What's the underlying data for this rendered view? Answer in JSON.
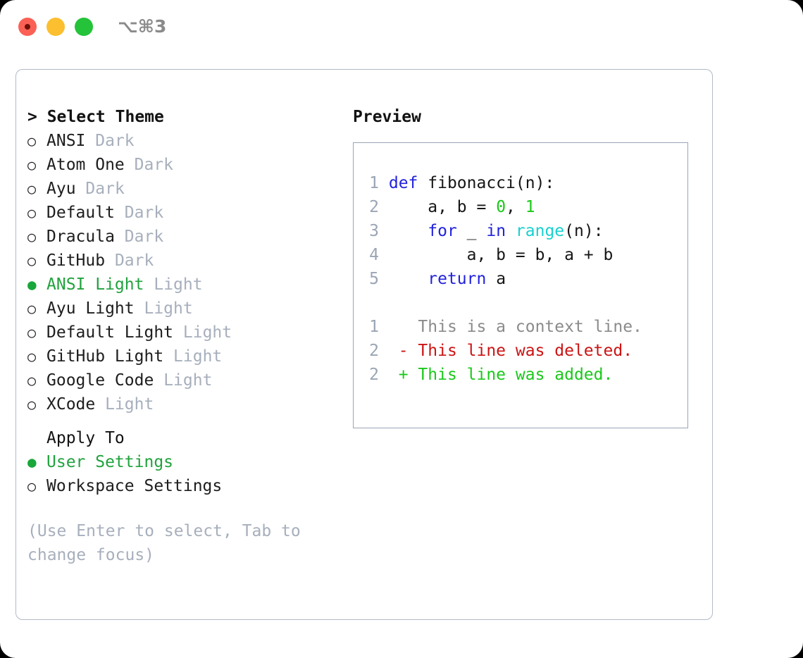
{
  "titlebar": {
    "shortcut": "⌥⌘3",
    "buttons": [
      {
        "name": "close",
        "color": "#fb6055"
      },
      {
        "name": "minimize",
        "color": "#fbbf30"
      },
      {
        "name": "zoom",
        "color": "#24c33a"
      }
    ]
  },
  "theme_panel": {
    "header": "> Select Theme",
    "radio_unselected": "○",
    "radio_selected": "●",
    "options": [
      {
        "name": "ANSI",
        "variant": "Dark",
        "selected": false
      },
      {
        "name": "Atom One",
        "variant": "Dark",
        "selected": false
      },
      {
        "name": "Ayu",
        "variant": "Dark",
        "selected": false
      },
      {
        "name": "Default",
        "variant": "Dark",
        "selected": false
      },
      {
        "name": "Dracula",
        "variant": "Dark",
        "selected": false
      },
      {
        "name": "GitHub",
        "variant": "Dark",
        "selected": false
      },
      {
        "name": "ANSI Light",
        "variant": "Light",
        "selected": true
      },
      {
        "name": "Ayu Light",
        "variant": "Light",
        "selected": false
      },
      {
        "name": "Default Light",
        "variant": "Light",
        "selected": false
      },
      {
        "name": "GitHub Light",
        "variant": "Light",
        "selected": false
      },
      {
        "name": "Google Code",
        "variant": "Light",
        "selected": false
      },
      {
        "name": "XCode",
        "variant": "Light",
        "selected": false
      }
    ],
    "apply_to": {
      "header": "Apply To",
      "options": [
        {
          "name": "User Settings",
          "selected": true
        },
        {
          "name": "Workspace Settings",
          "selected": false
        }
      ]
    },
    "hint": "(Use Enter to select, Tab to change focus)"
  },
  "preview": {
    "header": "Preview",
    "code_lines": [
      {
        "num": "1",
        "tokens": [
          {
            "t": "def ",
            "c": "kw"
          },
          {
            "t": "fibonacci(n):",
            "c": "txt"
          }
        ]
      },
      {
        "num": "2",
        "tokens": [
          {
            "t": "    a, b = ",
            "c": "txt"
          },
          {
            "t": "0",
            "c": "num"
          },
          {
            "t": ", ",
            "c": "txt"
          },
          {
            "t": "1",
            "c": "num"
          }
        ]
      },
      {
        "num": "3",
        "tokens": [
          {
            "t": "    ",
            "c": "txt"
          },
          {
            "t": "for",
            "c": "kw"
          },
          {
            "t": " _ ",
            "c": "txt"
          },
          {
            "t": "in",
            "c": "kw"
          },
          {
            "t": " ",
            "c": "txt"
          },
          {
            "t": "range",
            "c": "fn"
          },
          {
            "t": "(n):",
            "c": "txt"
          }
        ]
      },
      {
        "num": "4",
        "tokens": [
          {
            "t": "        a, b = b, a + b",
            "c": "txt"
          }
        ]
      },
      {
        "num": "5",
        "tokens": [
          {
            "t": "    ",
            "c": "txt"
          },
          {
            "t": "return",
            "c": "kw"
          },
          {
            "t": " a",
            "c": "txt"
          }
        ]
      }
    ],
    "diff_lines": [
      {
        "num": "1",
        "marker": " ",
        "text": " This is a context line.",
        "kind": "ctx"
      },
      {
        "num": "2",
        "marker": "-",
        "text": " This line was deleted.",
        "kind": "del"
      },
      {
        "num": "2",
        "marker": "+",
        "text": " This line was added.",
        "kind": "add"
      }
    ]
  },
  "colors": {
    "accent_green": "#21a23e",
    "muted_gray": "#a7afbc",
    "keyword_blue": "#2222dd",
    "number_green": "#1ac91a",
    "builtin_cyan": "#1ad0d0",
    "diff_delete_red": "#cc1414",
    "diff_add_green": "#1ac91a",
    "border_gray": "#b2bac6"
  }
}
